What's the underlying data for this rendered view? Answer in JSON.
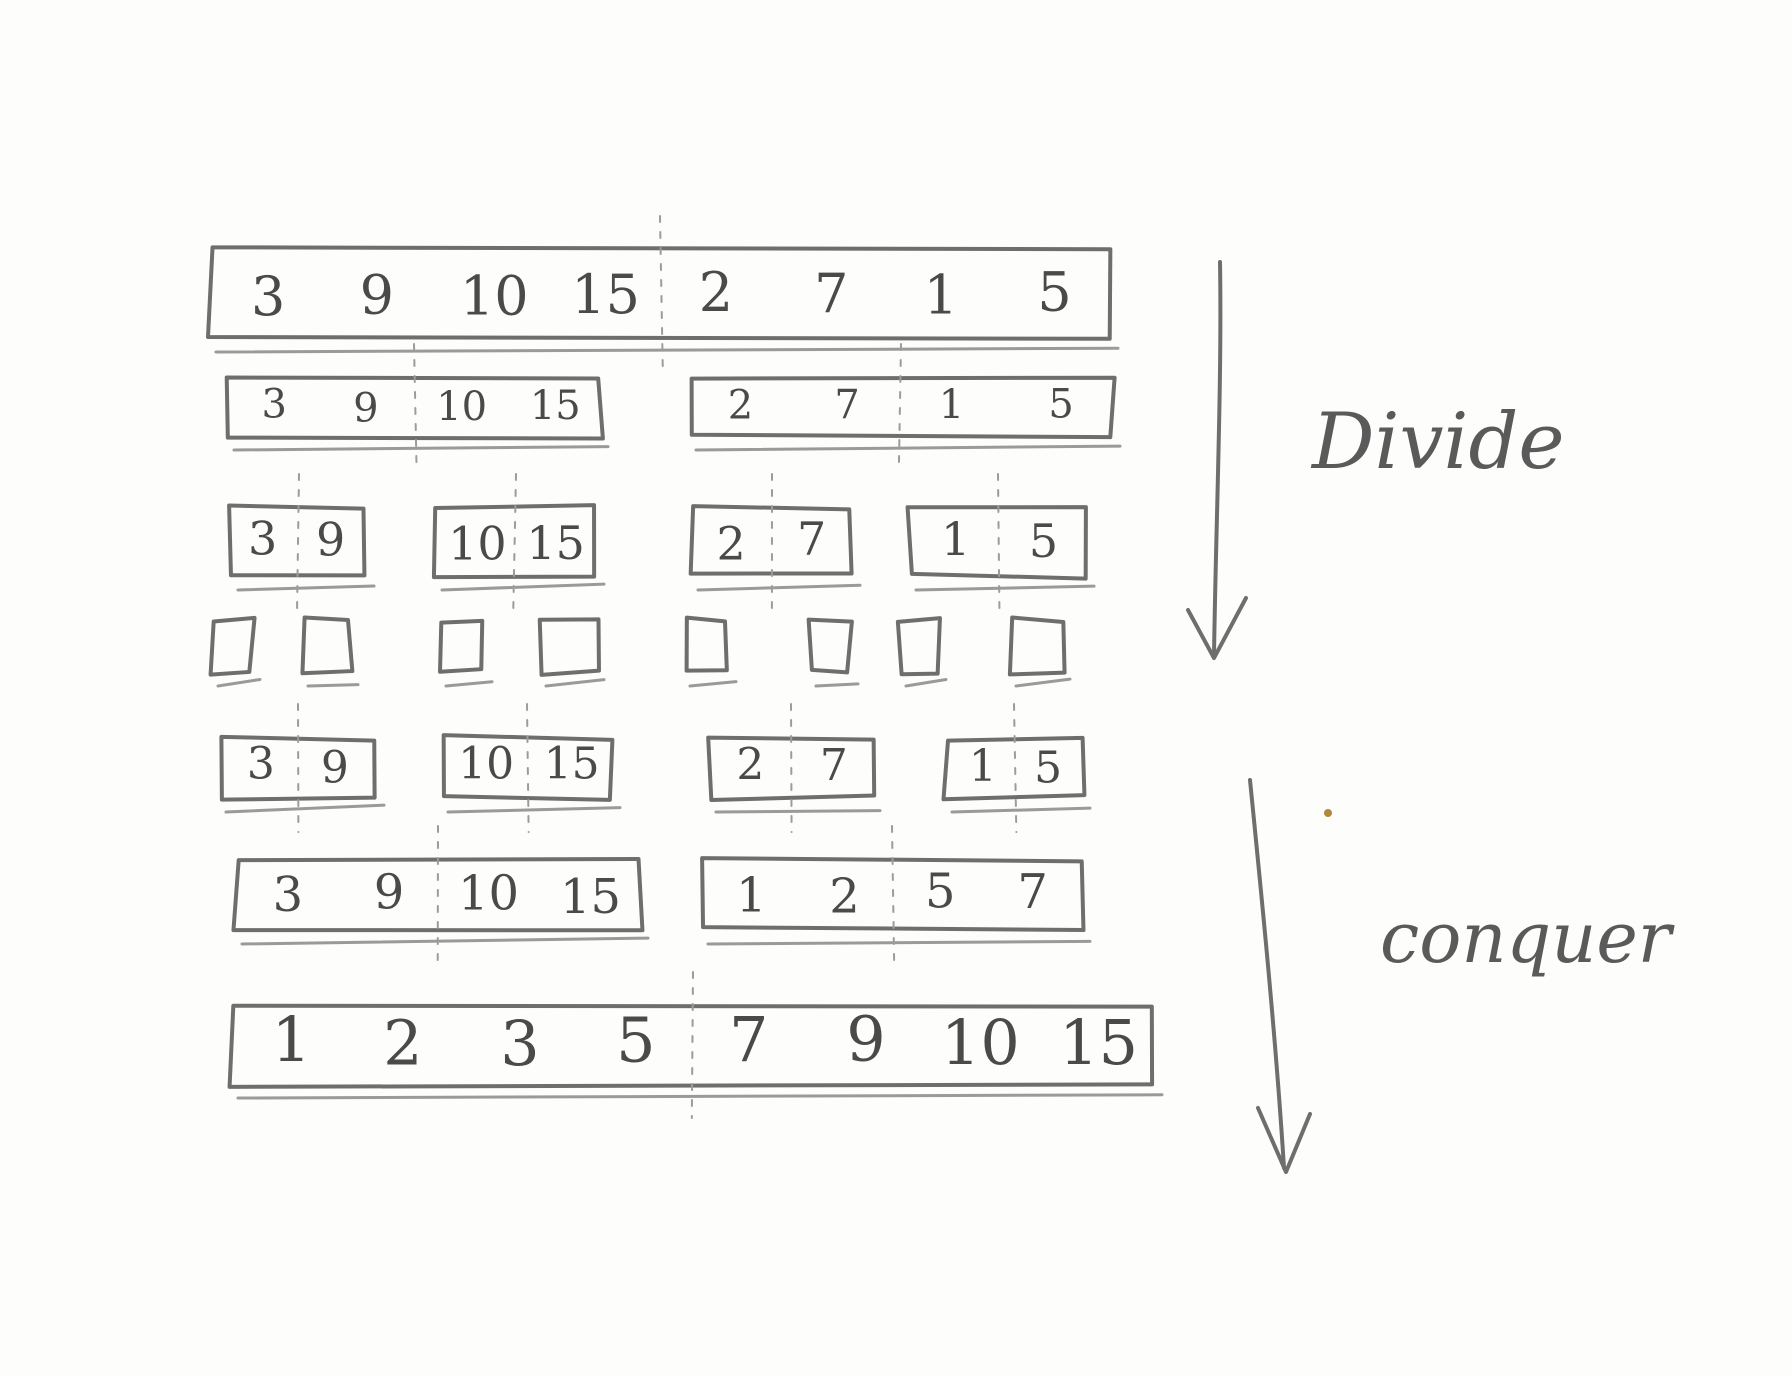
{
  "diagram": {
    "rows": [
      {
        "kind": "divide",
        "groups": [
          [
            "3",
            "9",
            "10",
            "15",
            "2",
            "7",
            "1",
            "5"
          ]
        ]
      },
      {
        "kind": "divide",
        "groups": [
          [
            "3",
            "9",
            "10",
            "15"
          ],
          [
            "2",
            "7",
            "1",
            "5"
          ]
        ]
      },
      {
        "kind": "divide",
        "groups": [
          [
            "3",
            "9"
          ],
          [
            "10",
            "15"
          ],
          [
            "2",
            "7"
          ],
          [
            "1",
            "5"
          ]
        ]
      },
      {
        "kind": "single",
        "groups": [
          [
            ""
          ],
          [
            ""
          ],
          [
            ""
          ],
          [
            ""
          ],
          [
            ""
          ],
          [
            ""
          ],
          [
            ""
          ],
          [
            ""
          ]
        ]
      },
      {
        "kind": "conquer",
        "groups": [
          [
            "3",
            "9"
          ],
          [
            "10",
            "15"
          ],
          [
            "2",
            "7"
          ],
          [
            "1",
            "5"
          ]
        ]
      },
      {
        "kind": "conquer",
        "groups": [
          [
            "3",
            "9",
            "10",
            "15"
          ],
          [
            "1",
            "2",
            "5",
            "7"
          ]
        ]
      },
      {
        "kind": "conquer",
        "groups": [
          [
            "1",
            "2",
            "3",
            "5",
            "7",
            "9",
            "10",
            "15"
          ]
        ]
      }
    ],
    "labels": {
      "divide": "Divide",
      "conquer": "conquer"
    },
    "ink_color": "#6e6e6e"
  }
}
